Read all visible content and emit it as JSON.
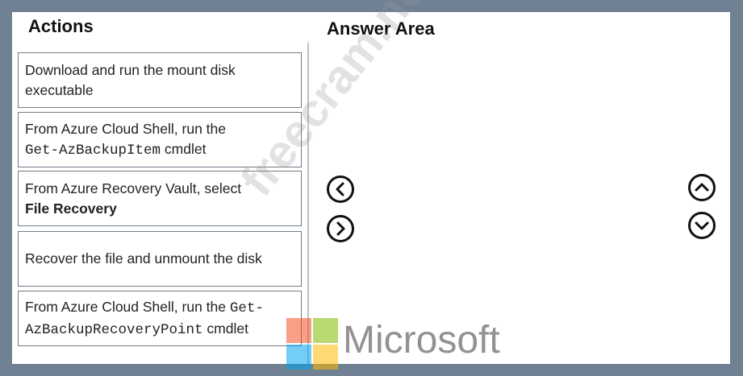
{
  "actions_title": "Actions",
  "answer_title": "Answer Area",
  "actions": [
    {
      "line1": "Download and run the mount disk",
      "line2": "executable"
    },
    {
      "line1": "From Azure Cloud Shell, run the",
      "code": "Get-AzBackupItem",
      "after": " cmdlet"
    },
    {
      "line1": "From Azure Recovery Vault, select",
      "bold": "File Recovery"
    },
    {
      "line1": "Recover the file and unmount the disk"
    },
    {
      "line1a": "From Azure Cloud Shell, run the ",
      "code1": "Get-",
      "code2": "AzBackupRecoveryPoint",
      "after": " cmdlet"
    }
  ],
  "watermark": "freecram.net",
  "brand": "Microsoft",
  "icons": {
    "move_left": "chevron-left-circle",
    "move_right": "chevron-right-circle",
    "move_up": "chevron-up-circle",
    "move_down": "chevron-down-circle"
  },
  "colors": {
    "frame": "#6f8193",
    "ms_red": "#f25022",
    "ms_green": "#7fba00",
    "ms_blue": "#00a4ef",
    "ms_yellow": "#ffb900"
  }
}
